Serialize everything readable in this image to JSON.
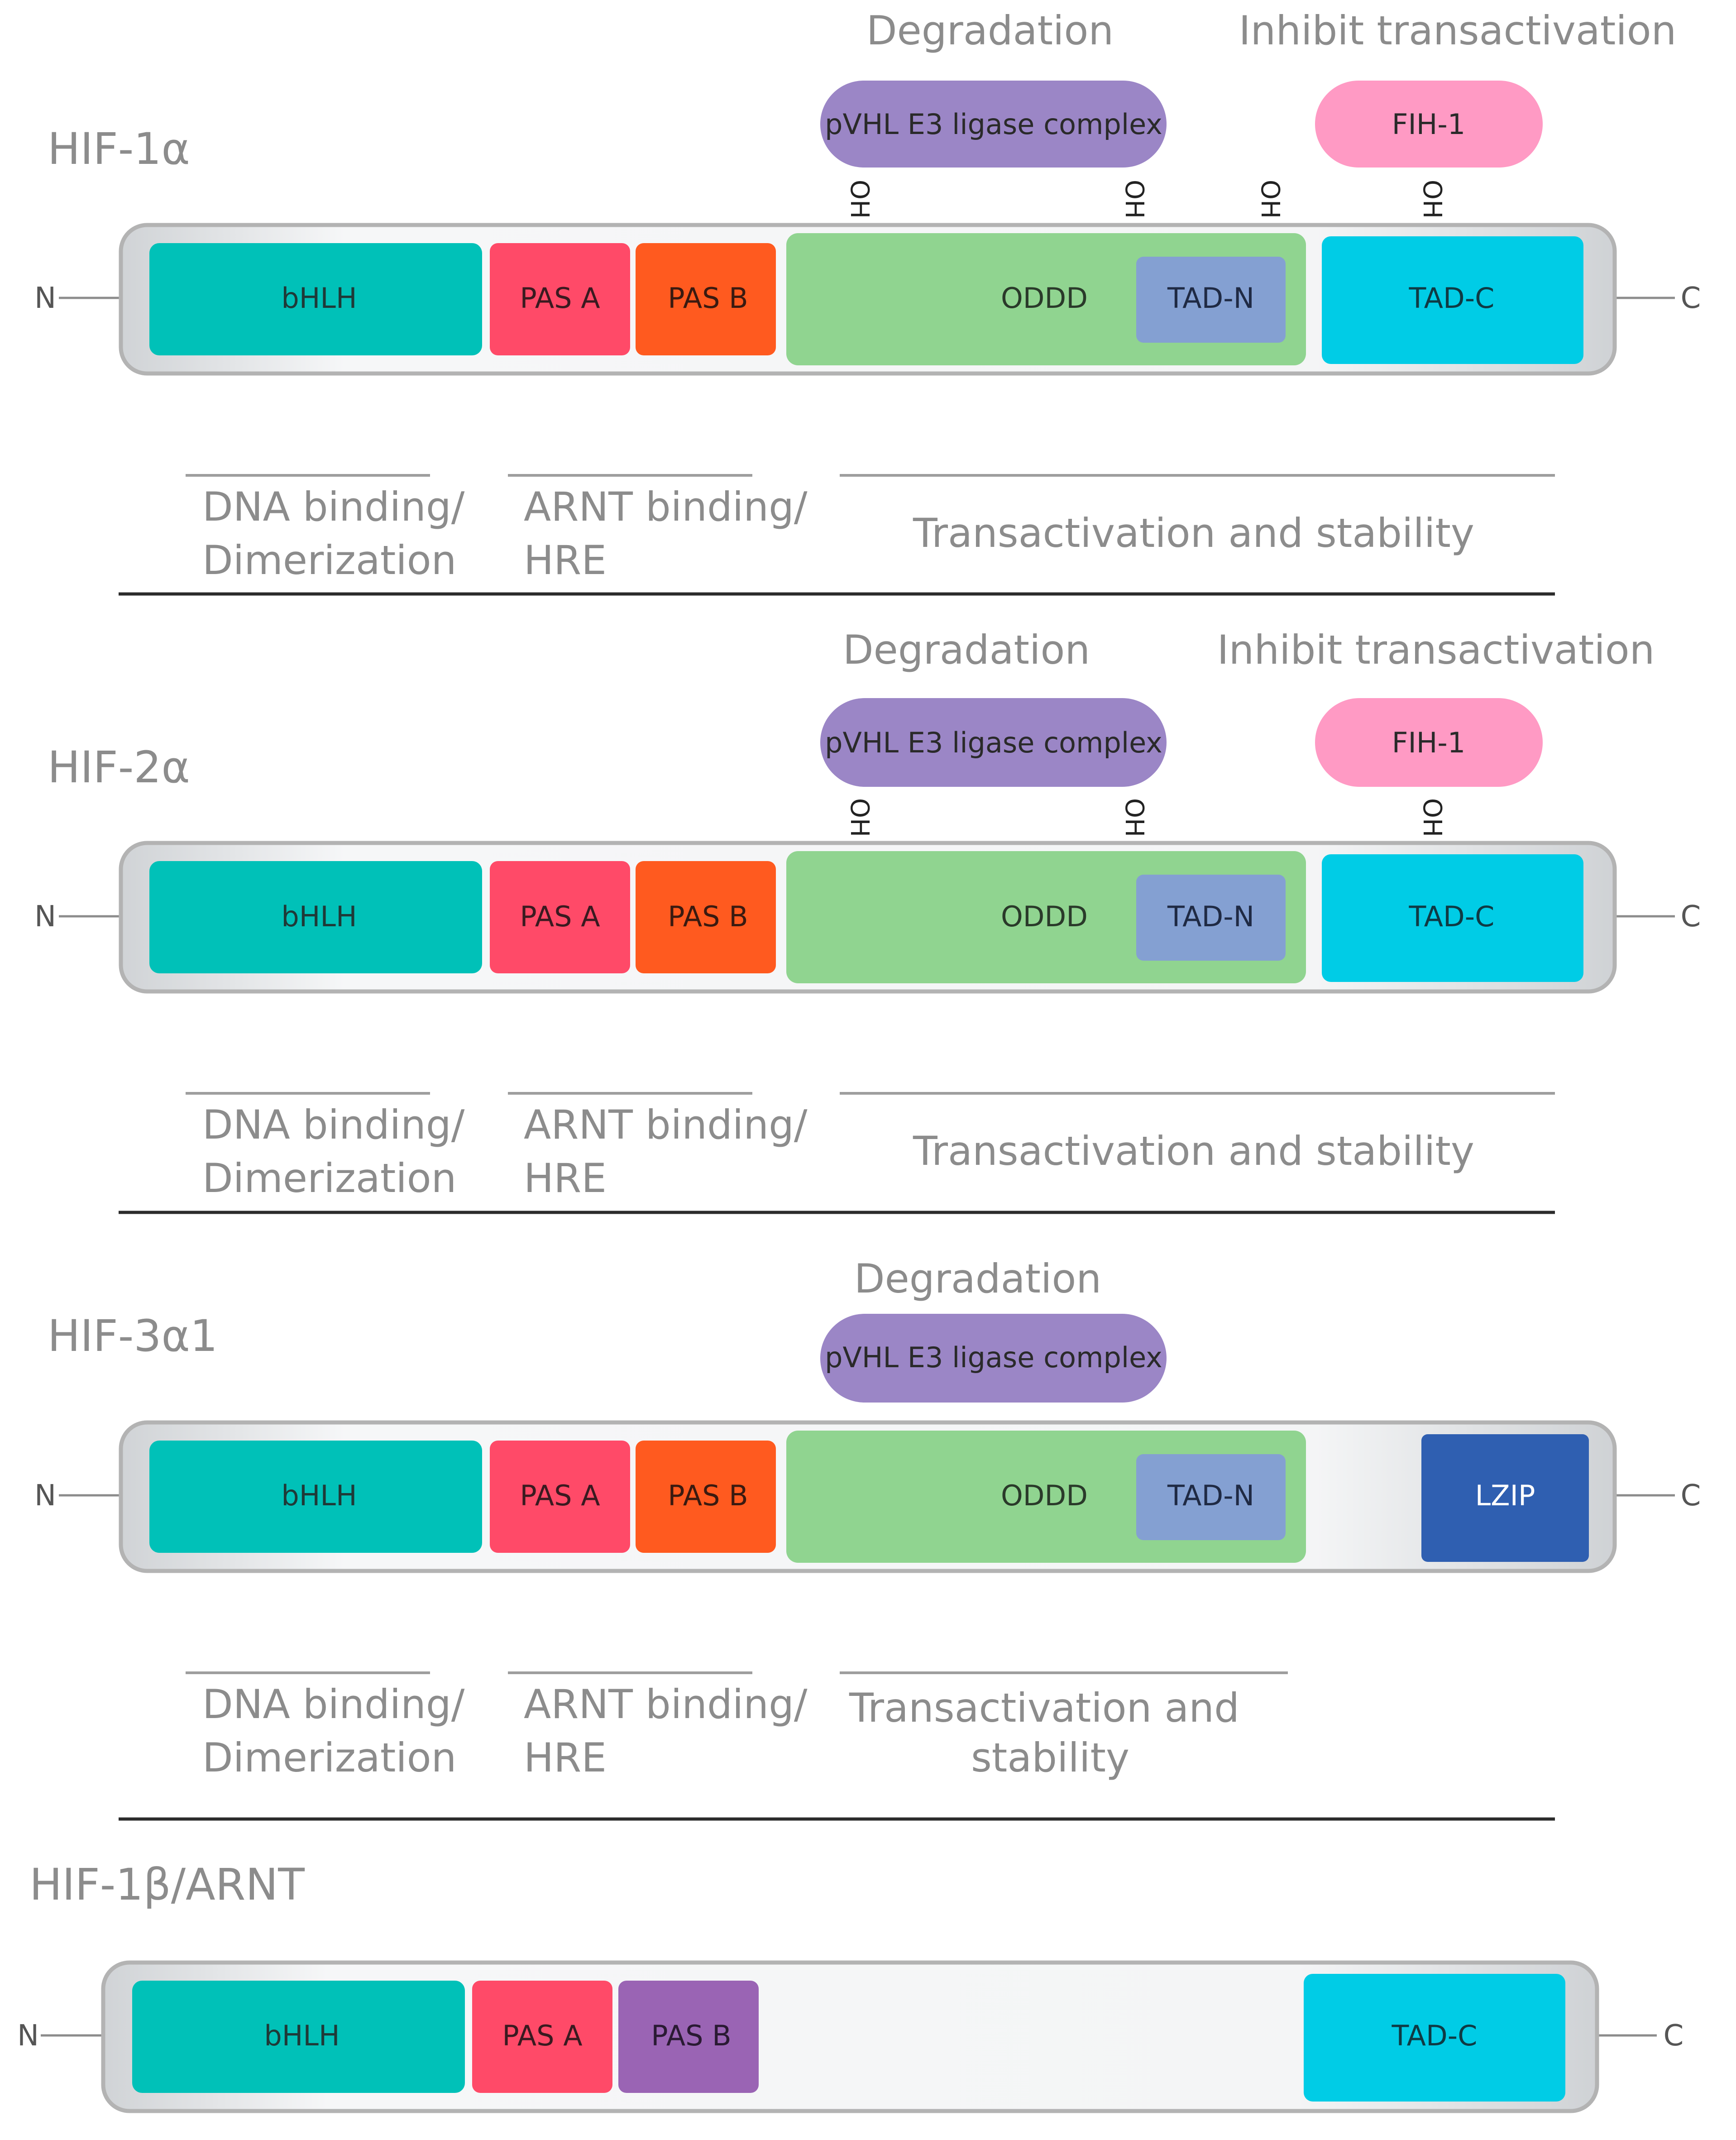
{
  "colors": {
    "bhlh": "#00c1b8",
    "pas_a": "#ff4a68",
    "pas_b": "#ff5a1f",
    "pas_b_arnt": "#9a64b4",
    "oddd": "#90d490",
    "tad_n": "#84a0d2",
    "tad_c": "#00cce6",
    "lzip": "#2f5fb1",
    "pvhl": "#9b86c6",
    "fih": "#ff9ac4"
  },
  "terminals": {
    "n": "N",
    "c": "C"
  },
  "hydroxyl": "OH",
  "proteins": [
    {
      "title": "HIF-1α",
      "degradation": "Degradation",
      "pvhl": "pVHL E3 ligase complex",
      "inhibit": "Inhibit transactivation",
      "fih": "FIH-1",
      "domains": [
        "bHLH",
        "PAS A",
        "PAS B",
        "ODDD",
        "TAD-N",
        "TAD-C"
      ],
      "annotations": [
        "DNA binding/",
        "Dimerization",
        "ARNT binding/",
        "HRE",
        "Transactivation and stability"
      ]
    },
    {
      "title": "HIF-2α",
      "degradation": "Degradation",
      "pvhl": "pVHL E3 ligase complex",
      "inhibit": "Inhibit transactivation",
      "fih": "FIH-1",
      "domains": [
        "bHLH",
        "PAS A",
        "PAS B",
        "ODDD",
        "TAD-N",
        "TAD-C"
      ],
      "annotations": [
        "DNA binding/",
        "Dimerization",
        "ARNT binding/",
        "HRE",
        "Transactivation and stability"
      ]
    },
    {
      "title": "HIF-3α1",
      "degradation": "Degradation",
      "pvhl": "pVHL E3 ligase complex",
      "domains": [
        "bHLH",
        "PAS A",
        "PAS B",
        "ODDD",
        "TAD-N",
        "LZIP"
      ],
      "annotations": [
        "DNA binding/",
        "Dimerization",
        "ARNT binding/",
        "HRE",
        "Transactivation and",
        "stability"
      ]
    },
    {
      "title": "HIF-1β/ARNT",
      "domains": [
        "bHLH",
        "PAS A",
        "PAS B",
        "TAD-C"
      ]
    }
  ]
}
